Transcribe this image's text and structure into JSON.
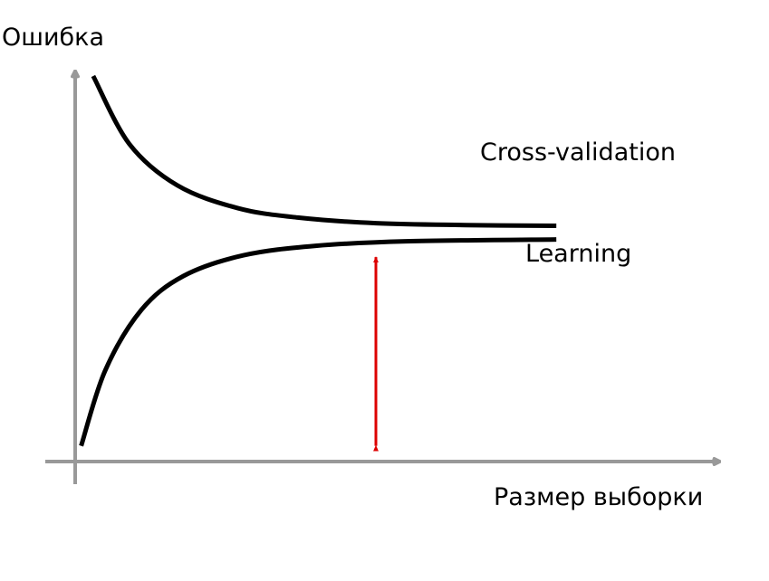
{
  "chart_data": {
    "type": "line",
    "title": "",
    "xlabel": "Размер выборки",
    "ylabel": "Ошибка",
    "grid": false,
    "xlim": [
      0,
      10
    ],
    "ylim": [
      0,
      10
    ],
    "series": [
      {
        "name": "Cross-validation",
        "points": [
          [
            0.3,
            10.0
          ],
          [
            0.9,
            8.2
          ],
          [
            1.7,
            7.1
          ],
          [
            2.7,
            6.5
          ],
          [
            3.7,
            6.25
          ],
          [
            5.0,
            6.1
          ],
          [
            6.5,
            6.05
          ],
          [
            8.0,
            6.03
          ]
        ]
      },
      {
        "name": "Learning",
        "points": [
          [
            0.1,
            0.2
          ],
          [
            0.5,
            2.2
          ],
          [
            1.1,
            3.8
          ],
          [
            1.8,
            4.7
          ],
          [
            2.8,
            5.25
          ],
          [
            4.0,
            5.5
          ],
          [
            5.5,
            5.62
          ],
          [
            8.0,
            5.67
          ]
        ]
      }
    ],
    "annotations": [
      {
        "type": "double-arrow",
        "x": 5.0,
        "y_from": 0.2,
        "y_to": 5.2,
        "color": "#dd0000"
      }
    ],
    "colors": {
      "axis": "#999999",
      "curve": "#000000",
      "gap_arrow": "#dd0000"
    }
  }
}
